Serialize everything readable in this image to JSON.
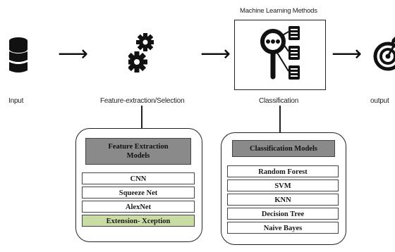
{
  "stages": {
    "input": {
      "label": "Input",
      "icon": "database-icon"
    },
    "features": {
      "label": "Feature-extraction/Selection",
      "icon": "gears-icon"
    },
    "classification": {
      "label": "Classification",
      "icon": "magnifier-list-icon",
      "title": "Machine Learning Methods"
    },
    "output": {
      "label": "output",
      "icon": "target-icon"
    }
  },
  "feature_models": {
    "title": "Feature Extraction Models",
    "items": [
      "CNN",
      "Squeeze Net",
      "AlexNet",
      "Extension- Xception"
    ],
    "highlight_color": "#c8dca4"
  },
  "classification_models": {
    "title": "Classification Models",
    "items": [
      "Random Forest",
      "SVM",
      "KNN",
      "Decision Tree",
      "Naive Bayes"
    ]
  },
  "colors": {
    "header_gray": "#8a8a8a",
    "icon_dark": "#111111"
  }
}
